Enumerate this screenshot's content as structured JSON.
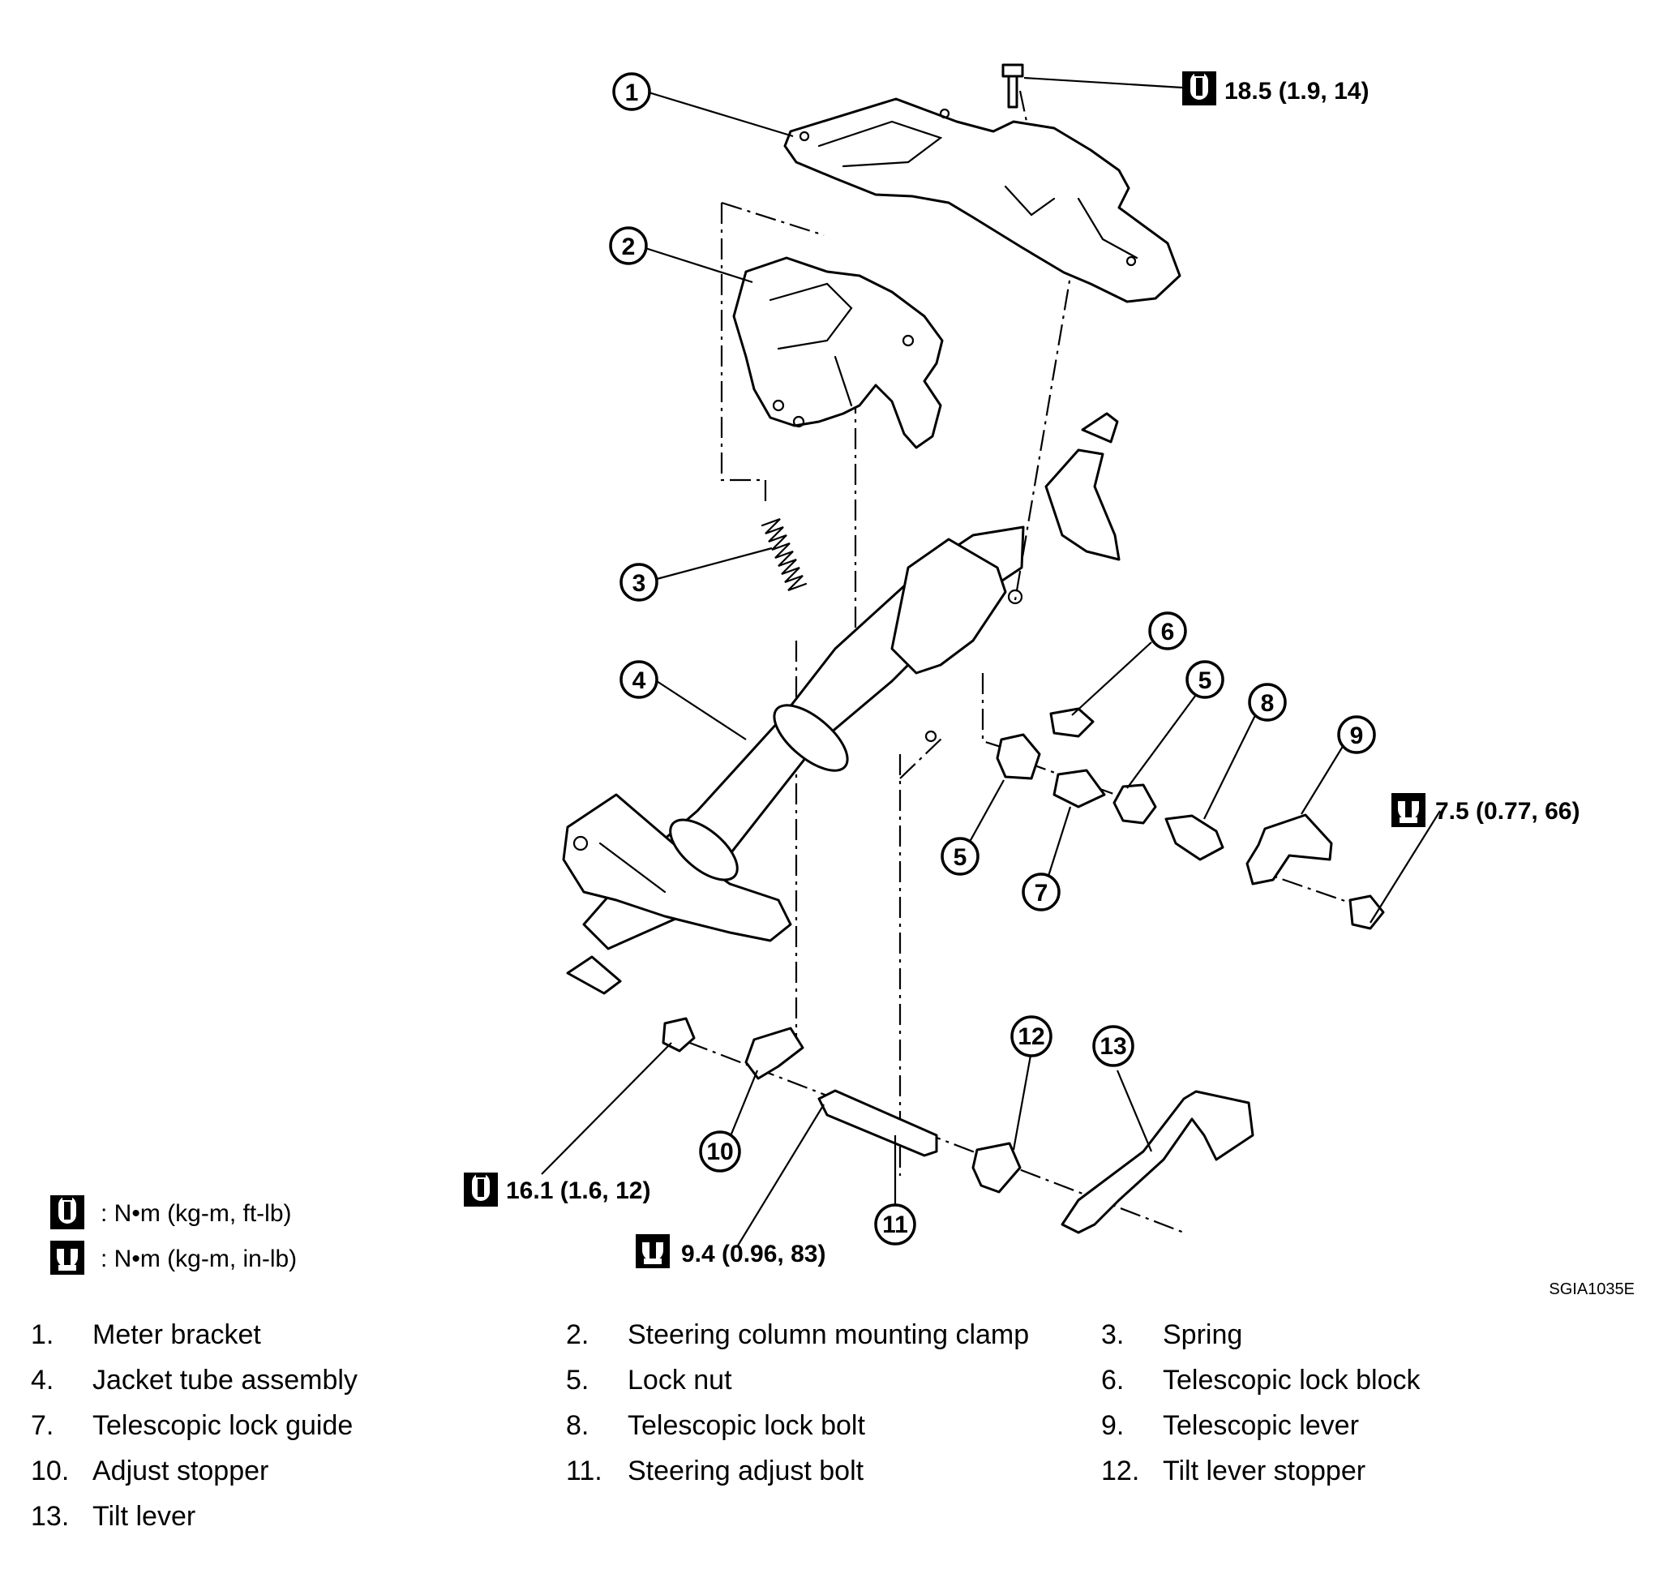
{
  "torque_specs": [
    {
      "id": "bolt-1",
      "value": "18.5 (1.9, 14)",
      "icon": "torque-ftlb-icon"
    },
    {
      "id": "nut-9",
      "value": "7.5 (0.77, 66)",
      "icon": "torque-inlb-icon"
    },
    {
      "id": "nut-10",
      "value": "16.1 (1.6, 12)",
      "icon": "torque-ftlb-icon"
    },
    {
      "id": "bolt-11",
      "value": "9.4 (0.96, 83)",
      "icon": "torque-inlb-icon"
    }
  ],
  "legend": [
    {
      "icon": "torque-ftlb-icon",
      "text": ":  N•m  (kg-m,  ft-lb)"
    },
    {
      "icon": "torque-inlb-icon",
      "text": ":  N•m  (kg-m,  in-lb)"
    }
  ],
  "figure_code": "SGIA1035E",
  "callouts": [
    "1",
    "2",
    "3",
    "4",
    "5",
    "5",
    "6",
    "7",
    "8",
    "9",
    "10",
    "11",
    "12",
    "13"
  ],
  "parts": [
    {
      "num": "1.",
      "name": "Meter bracket"
    },
    {
      "num": "2.",
      "name": "Steering column mounting clamp"
    },
    {
      "num": "3.",
      "name": "Spring"
    },
    {
      "num": "4.",
      "name": "Jacket tube assembly"
    },
    {
      "num": "5.",
      "name": "Lock nut"
    },
    {
      "num": "6.",
      "name": "Telescopic lock block"
    },
    {
      "num": "7.",
      "name": "Telescopic lock guide"
    },
    {
      "num": "8.",
      "name": "Telescopic lock bolt"
    },
    {
      "num": "9.",
      "name": "Telescopic lever"
    },
    {
      "num": "10.",
      "name": "Adjust stopper"
    },
    {
      "num": "11.",
      "name": "Steering adjust bolt"
    },
    {
      "num": "12.",
      "name": "Tilt lever stopper"
    },
    {
      "num": "13.",
      "name": "Tilt lever"
    }
  ]
}
